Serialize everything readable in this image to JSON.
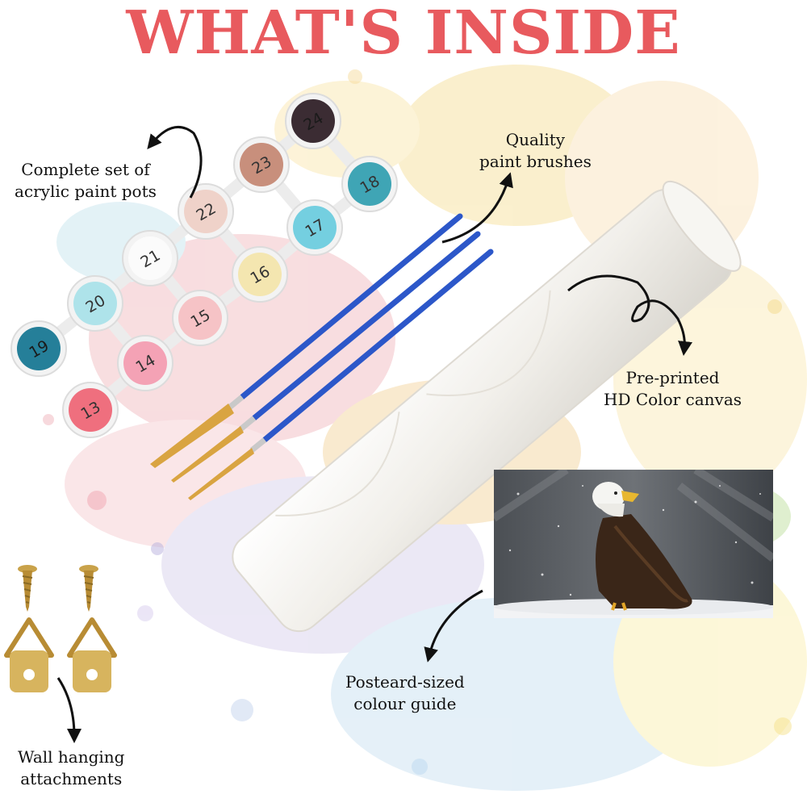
{
  "heading": "WHAT'S INSIDE",
  "colors": {
    "heading": "#e85a5e",
    "brush_handle": "#2c57c9",
    "bristle": "#d9a441",
    "hardware": "#c9a24a",
    "canvas_roll": "#f4f2ee"
  },
  "labels": {
    "paint_pots": [
      "Complete set of",
      "acrylic paint pots"
    ],
    "brushes": [
      "Quality",
      "paint brushes"
    ],
    "canvas": [
      "Pre-printed",
      "HD Color canvas"
    ],
    "guide": [
      "Posteard-sized",
      "colour guide"
    ],
    "hanging": [
      "Wall hanging",
      "attachments"
    ]
  },
  "paint_pots": [
    {
      "number": "24",
      "color": "#3b2c33"
    },
    {
      "number": "23",
      "color": "#c88f7c"
    },
    {
      "number": "18",
      "color": "#3fa5b5"
    },
    {
      "number": "22",
      "color": "#efd2c9"
    },
    {
      "number": "17",
      "color": "#74cfe0"
    },
    {
      "number": "21",
      "color": "#fbfbfb"
    },
    {
      "number": "16",
      "color": "#f4e6b0"
    },
    {
      "number": "20",
      "color": "#aee3ea"
    },
    {
      "number": "15",
      "color": "#f6c3c6"
    },
    {
      "number": "19",
      "color": "#257f99"
    },
    {
      "number": "14",
      "color": "#f4a2b5"
    },
    {
      "number": "13",
      "color": "#ef6f7e"
    }
  ],
  "icons": [
    "paint-pot-icon",
    "paint-brush-icon",
    "canvas-roll-icon",
    "eagle-photo",
    "screw-icon",
    "d-ring-hanger-icon",
    "curved-arrow-icon"
  ]
}
